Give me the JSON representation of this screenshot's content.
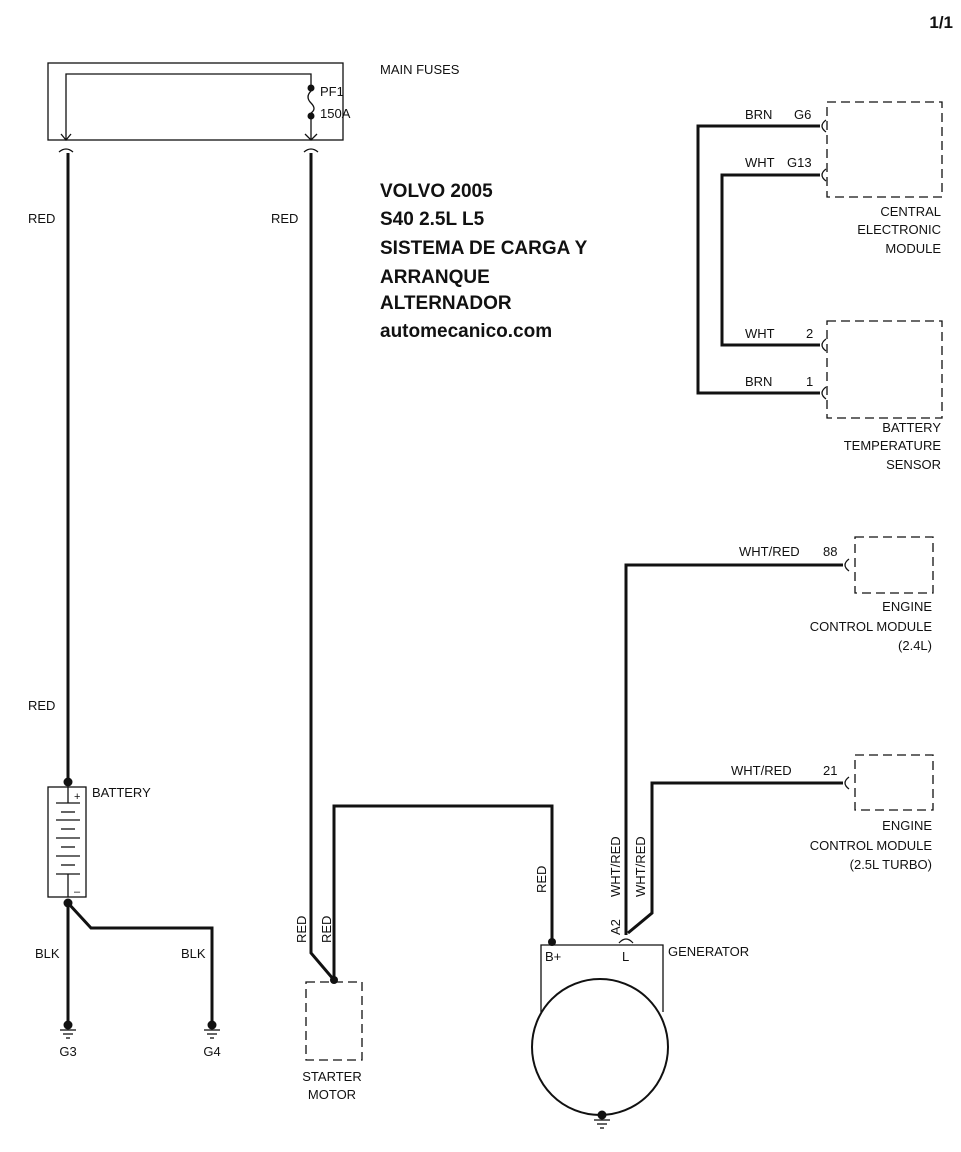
{
  "page": "1/1",
  "title": [
    "VOLVO 2005",
    "S40  2.5L L5",
    "SISTEMA DE CARGA Y",
    "ARRANQUE",
    "ALTERNADOR",
    "automecanico.com"
  ],
  "main_fuses": {
    "label": "MAIN FUSES",
    "fuse": "PF1",
    "rating": "150A"
  },
  "wires": {
    "red": "RED",
    "blk": "BLK",
    "brn": "BRN",
    "wht": "WHT",
    "whtred": "WHT/RED"
  },
  "pins": {
    "g6": "G6",
    "g13": "G13",
    "p2": "2",
    "p1": "1",
    "p88": "88",
    "p21": "21",
    "a2": "A2",
    "bplus": "B+",
    "l": "L"
  },
  "components": {
    "cem": [
      "CENTRAL",
      "ELECTRONIC",
      "MODULE"
    ],
    "bts": [
      "BATTERY",
      "TEMPERATURE",
      "SENSOR"
    ],
    "ecm1": [
      "ENGINE",
      "CONTROL MODULE",
      "(2.4L)"
    ],
    "ecm2": [
      "ENGINE",
      "CONTROL MODULE",
      "(2.5L TURBO)"
    ],
    "battery": "BATTERY",
    "plus": "+",
    "minus": "–",
    "starter": [
      "STARTER",
      "MOTOR"
    ],
    "generator": "GENERATOR",
    "grounds": [
      "G3",
      "G4"
    ]
  }
}
